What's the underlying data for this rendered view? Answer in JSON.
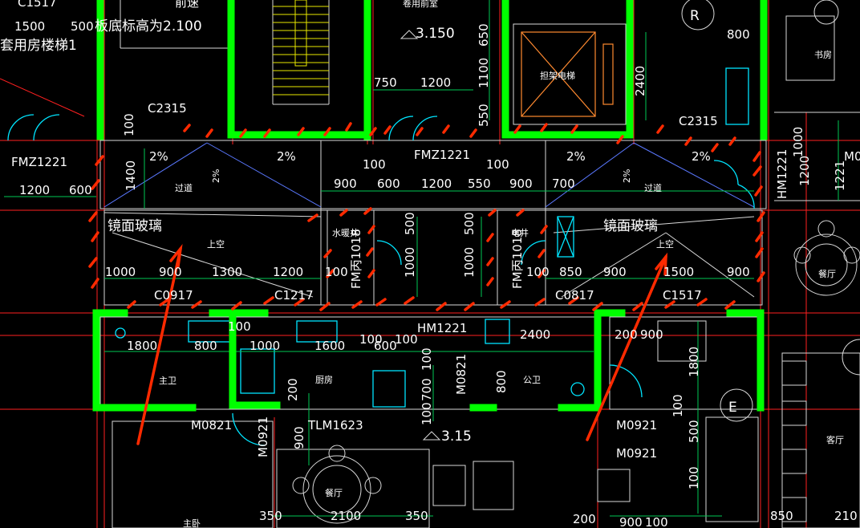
{
  "drawing": {
    "room_labels": {
      "stairs_note": "板底标高为2.100",
      "stair_name": "套用房楼梯1",
      "elevator": "担架电梯",
      "mirror_glass_left": "镜面玻璃",
      "mirror_glass_right": "镜面玻璃",
      "corridor_left": "过道",
      "corridor_right": "过道",
      "void_left": "上空",
      "void_right": "上空",
      "water_shaft": "水暖井",
      "elec_shaft": "电井",
      "master_bath": "主卫",
      "kitchen": "厨房",
      "public_bath": "公卫",
      "dining_left": "餐厅",
      "dining_right": "餐厅",
      "study": "书房",
      "living": "客厅",
      "master_bedroom": "主卧",
      "stair_top": "前速",
      "top_room": "卷用前室",
      "axis_r": "R",
      "axis_e": "E"
    },
    "door_window_tags": {
      "c1517_top": "C1517",
      "c2315_left": "C2315",
      "c2315_right": "C2315",
      "fmz_left": "FMZ1221",
      "fmz_mid": "FMZ1221",
      "hm_right": "HM1221",
      "fm_water": "FM丙1018",
      "fm_elec": "FM丙1018",
      "c0917": "C0917",
      "c1217": "C1217",
      "c0817": "C0817",
      "c1517": "C1517",
      "hm_mid": "HM1221",
      "m0821_a": "M0821",
      "m0921_b": "M0921",
      "m0821_c": "M0821",
      "tlm": "TLM1623",
      "m0921_d": "M0921",
      "m0921_e": "M0921",
      "m_right": "M0"
    },
    "elevations": {
      "e1": "3.150",
      "e2": "3.15"
    },
    "slopes": {
      "s1": "2%",
      "s2": "2%",
      "s3": "2%",
      "s4": "2%",
      "s5": "2%",
      "s6": "2%"
    },
    "dimensions": {
      "d_1500": "1500",
      "d_500": "500",
      "d_650": "650",
      "d_1100": "1100",
      "d_550v": "550",
      "d_750": "750",
      "d_1200a": "1200",
      "d_2400v": "2400",
      "d_800a": "800",
      "d_100a": "100",
      "d_1400": "1400",
      "d_1200b": "1200",
      "d_600a": "600",
      "d_100b": "100",
      "d_100c": "100",
      "d_900a": "900",
      "d_600b": "600",
      "d_1200c": "1200",
      "d_550": "550",
      "d_900b": "900",
      "d_700a": "700",
      "d_1000r": "1000",
      "d_1200r": "1200",
      "d_1221": "1221",
      "d_1000a": "1000",
      "d_900c": "900",
      "d_1300": "1300",
      "d_1200d": "1200",
      "d_100d": "100",
      "d_1000v1": "1000",
      "d_500v1": "500",
      "d_1000v2": "1000",
      "d_500v2": "500",
      "d_100e": "100",
      "d_850a": "850",
      "d_900d": "900",
      "d_1500b": "1500",
      "d_900e": "900",
      "d_1800": "1800",
      "d_800b": "800",
      "d_100f": "100",
      "d_1000b": "1000",
      "d_1600": "1600",
      "d_100g": "100",
      "d_600c": "600",
      "d_100h": "100",
      "d_2400": "2400",
      "d_200a": "200",
      "d_900f": "900",
      "d_1800v": "1800",
      "d_100i": "100",
      "d_700v": "700",
      "d_100j": "100",
      "d_800v": "800",
      "d_200v": "200",
      "d_900v": "900",
      "d_100v2": "100",
      "d_500v3": "500",
      "d_100v3": "100",
      "d_350a": "350",
      "d_2100a": "2100",
      "d_350b": "350",
      "d_200b": "200",
      "d_900g": "900",
      "d_100k": "100",
      "d_850b": "850",
      "d_2100b": "210"
    }
  }
}
